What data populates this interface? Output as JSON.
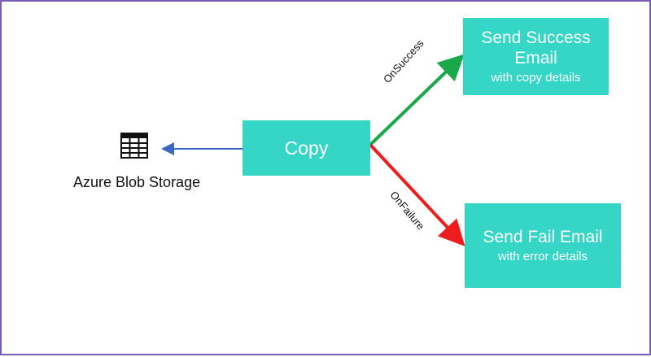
{
  "nodes": {
    "copy": {
      "title": "Copy"
    },
    "success": {
      "title": "Send Success",
      "title2": "Email",
      "sub": "with copy details"
    },
    "fail": {
      "title": "Send Fail Email",
      "sub": "with error details"
    },
    "storage": {
      "label": "Azure Blob Storage",
      "icon": "table-icon"
    }
  },
  "edges": {
    "success": {
      "label": "OnSuccess",
      "color": "#19a84a"
    },
    "failure": {
      "label": "OnFailure",
      "color": "#ee1c1c"
    },
    "storage": {
      "color": "#3a66c4"
    }
  },
  "colors": {
    "box": "#35d6c6",
    "frame": "#7a5bb5"
  }
}
